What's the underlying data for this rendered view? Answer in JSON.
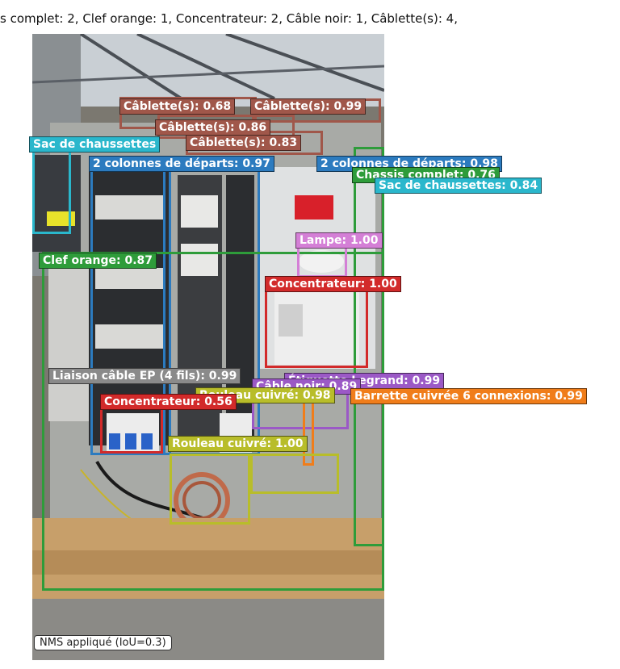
{
  "header": {
    "title": "s complet: 2, Clef orange: 1, Concentrateur: 2, Câble noir: 1, Câblette(s): 4, "
  },
  "colors": {
    "cablette": "#a0574a",
    "sac": "#2ab7cc",
    "colonnes": "#2c7bbf",
    "chassis": "#2e9c3a",
    "lampe": "#d47fd6",
    "concentrateur": "#d22a2a",
    "liaison": "#8a8a8a",
    "etiquette": "#9b59c6",
    "rouleau": "#b8bd2a",
    "cable_noir": "#9b59c6",
    "barrette": "#f07d1a"
  },
  "detections": [
    {
      "label": "Câblette(s): 0.68"
    },
    {
      "label": "Câblette(s): 0.99"
    },
    {
      "label": "Câblette(s): 0.86"
    },
    {
      "label": "Sac de chaussettes"
    },
    {
      "label": "Câblette(s): 0.83"
    },
    {
      "label": "2 colonnes de départs: 0.97"
    },
    {
      "label": "2 colonnes de départs: 0.98"
    },
    {
      "label": "Chassis complet: 0.76"
    },
    {
      "label": "Sac de chaussettes: 0.84"
    },
    {
      "label": "Lampe: 1.00"
    },
    {
      "label": "Clef orange: 0.87"
    },
    {
      "label": "Concentrateur: 1.00"
    },
    {
      "label": "Liaison câble EP (4 fils): 0.99"
    },
    {
      "label": "Étiquette Legrand: 0.99"
    },
    {
      "label": "Câble noir: 0.89"
    },
    {
      "label": "Rouleau cuivré: 0.98"
    },
    {
      "label": "Barrette cuivrée 6 connexions: 0.99"
    },
    {
      "label": "Concentrateur: 0.56"
    },
    {
      "label": "Rouleau cuivré: 1.00"
    }
  ],
  "footer": {
    "nms_badge": "NMS appliqué (IoU=0.3)"
  }
}
